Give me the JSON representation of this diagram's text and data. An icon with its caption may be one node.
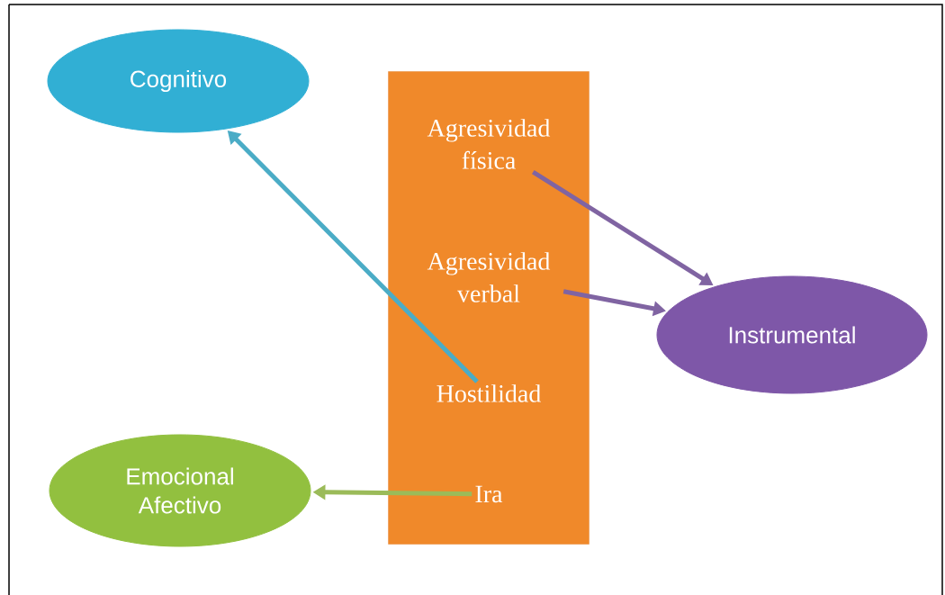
{
  "diagram": {
    "nodes": [
      {
        "text": [
          "Cognitivo"
        ]
      },
      {
        "text": [],
        "shape": "bar"
      },
      {
        "text": [
          "Agresividad física"
        ],
        "in": 1
      },
      {
        "text": [
          "Agresividad verbal"
        ],
        "in": 1
      },
      {
        "text": [
          "Hostilidad"
        ],
        "in": 1
      },
      {
        "text": [
          "Ira"
        ],
        "in": 1
      },
      {
        "text": [
          "Instrumental"
        ]
      },
      {
        "text": [
          "Emocional Afectivo"
        ]
      }
    ],
    "edges": [
      {
        "from": 2,
        "to": 6,
        "arrow": "to",
        "color": "#8064a2"
      },
      {
        "from": 3,
        "to": 6,
        "arrow": "to",
        "color": "#8064a2"
      },
      {
        "from": 4,
        "to": 0,
        "arrow": "to",
        "color": "#4bacc6"
      },
      {
        "from": 5,
        "to": 7,
        "arrow": "to",
        "color": "#9bbb59"
      }
    ]
  }
}
